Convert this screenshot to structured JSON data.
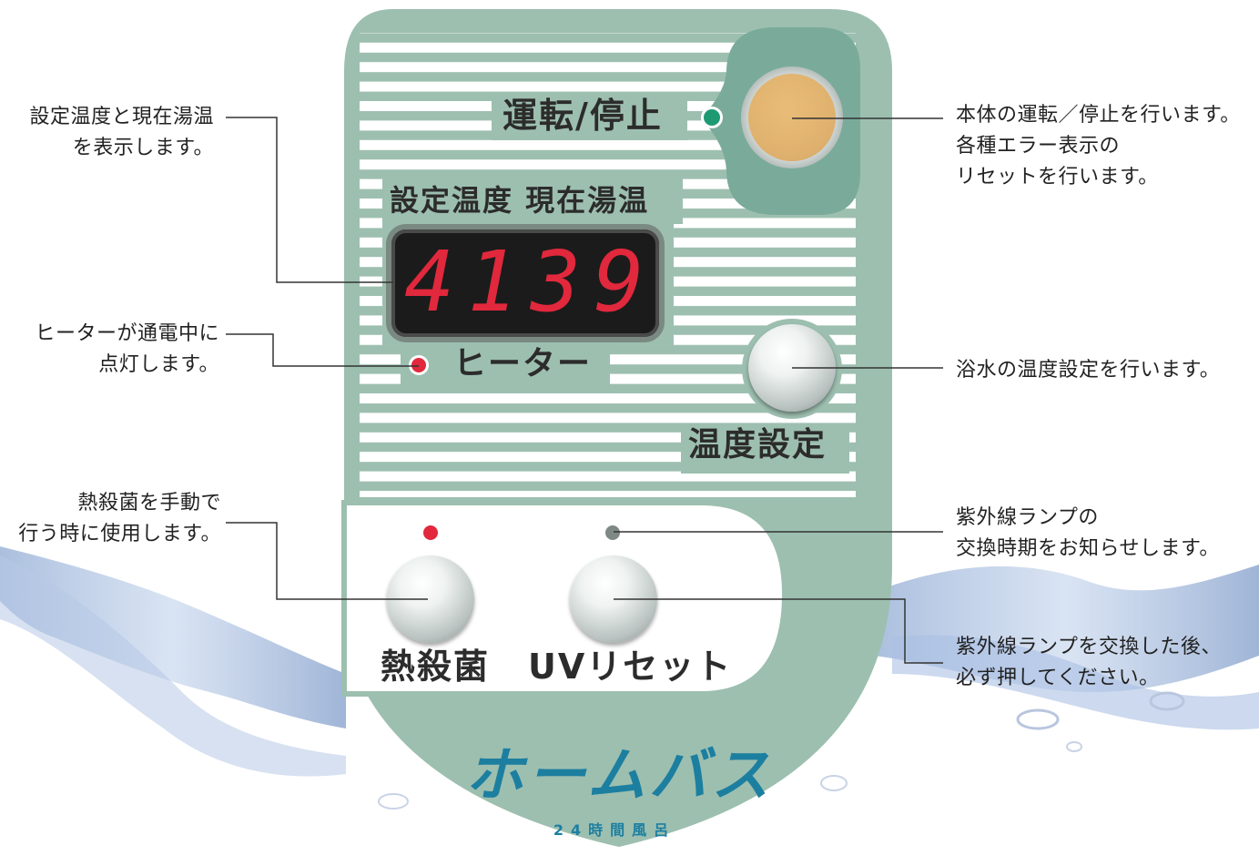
{
  "colors": {
    "panel_green": "#9dbfb0",
    "stripe": "#ffffff",
    "logo_blue": "#1c7fa0",
    "led_red": "#e1283c",
    "led_off": "#7f8885",
    "led_green": "#1e9a73",
    "run_button": "#deb06d"
  },
  "panel": {
    "run_stop_label": "運転/停止",
    "display_header": "設定温度 現在湯温",
    "display_value": "4139",
    "heater_label": "ヒーター",
    "temp_set_label": "温度設定",
    "sterilize_label": "熱殺菌",
    "uv_reset_label": "UVリセット",
    "logo": "ホームバス",
    "logo_sub": "24時間風呂"
  },
  "callouts": {
    "display": [
      "設定温度と現在湯温",
      "を表示します。"
    ],
    "heater": [
      "ヒーターが通電中に",
      "点灯します。"
    ],
    "sterilize": [
      "熱殺菌を手動で",
      "行う時に使用します。"
    ],
    "run_stop": [
      "本体の運転／停止を行います。",
      "各種エラー表示の",
      "リセットを行います。"
    ],
    "temp_set": [
      "浴水の温度設定を行います。"
    ],
    "uv_lamp": [
      "紫外線ランプの",
      "交換時期をお知らせします。"
    ],
    "uv_reset": [
      "紫外線ランプを交換した後、",
      "必ず押してください。"
    ]
  },
  "icons": [
    "led-indicator",
    "push-button",
    "water-splash"
  ]
}
